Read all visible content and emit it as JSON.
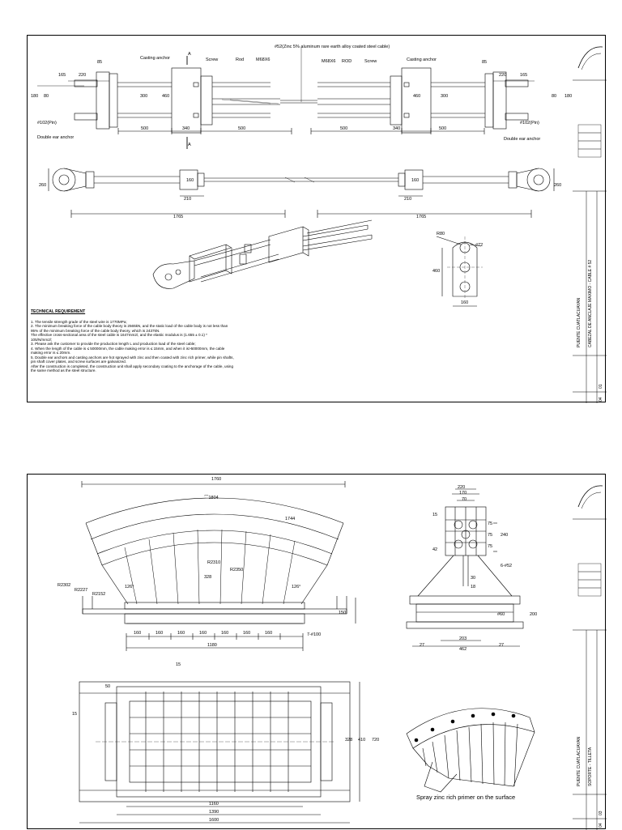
{
  "sheet1": {
    "cable_spec": "#52(Zinc 5% aluminum rare earth alloy coated steel cable)",
    "labels": {
      "casting_anchor": "Casting anchor",
      "screw": "Screw",
      "rod": "Rod",
      "rod_caps": "ROD",
      "thread": "M68X6",
      "double_ear_anchor": "Double ear anchor",
      "section_mark": "A"
    },
    "dims": {
      "d85": "85",
      "d165": "165",
      "d220": "220",
      "d180": "180",
      "d80": "80",
      "d300": "300",
      "d460": "460",
      "d500": "500",
      "d340": "340",
      "pin": "#102(Pin)",
      "d260": "260",
      "d210": "210",
      "d160": "160",
      "d1765": "1765",
      "r80": "R80",
      "phi72": "#72",
      "d460b": "460",
      "d160b": "160"
    },
    "tech": {
      "heading": "TECHNICAL REQUIREMENT",
      "lines": [
        "1. The tensile strength grade of the steel wire is 1770MPa;",
        "2. The minimum breaking force of the cable body theory is 2565kN, and the static load of the cable body is not less than",
        "95% of the minimum breaking force of the cable body theory, which is 2437kN.",
        "The effective cross-sectional area of the steel cable is 1647mm2/, and the elastic modulus is (1.655 ± 0.1) *",
        "105/N/mm2/;",
        "3. Please ask the customer to provide the production length L and production load of the steel cable;",
        "4. When the length of the cable is ≤ 50000mm, the cable making error is ≤ 15mm, and when it is>50000mm, the cable",
        "making error is ≤ 20mm.",
        "5. Double ear anchors and casting anchors are hot sprayed with zinc and then coated with zinc rich primer, while pin shafts,",
        "pin shaft cover plates, and screw surfaces are galvanized.",
        "After the construction is completed, the construction unit shall apply secondary coating to the anchorage of the cable, using",
        "the same method as the steel structure."
      ]
    },
    "title_block": {
      "project": "PUENTE CUATLACUAYAN",
      "title": "CABEZAL DE ANCLAJE MAXIMO - CABLE # 52",
      "sheet_no": "01",
      "sheet_total": "04"
    }
  },
  "sheet2": {
    "dims": {
      "d1760": "1760",
      "arc1804": "⌒1804",
      "d1744": "1744",
      "r2302": "R2302",
      "r2227": "R2227",
      "r2152": "R2152",
      "d126a": "126°",
      "d126b": "126°",
      "r2310": "R2310",
      "r2350": "R2350",
      "d328": "328",
      "d150": "150",
      "d160": "160",
      "d1180": "1180",
      "holes": "7-#100",
      "d220": "220",
      "d170": "170",
      "d70": "70",
      "d75": "75",
      "d240": "240",
      "d15": "15",
      "d42": "42",
      "bolts": "6-#52",
      "d30": "30",
      "d18": "18",
      "d60": "#60",
      "d200": "200",
      "d27": "27",
      "d203": "203",
      "d462": "462",
      "d410": "410",
      "d720": "720",
      "d1160": "1160",
      "d1390": "1390",
      "d1600": "1600",
      "d50": "50"
    },
    "spray_note": "Spray zinc rich primer on the surface",
    "title_block": {
      "project": "PUENTE CUATLACUAYAN",
      "title": "SOPORTE - TILLETA",
      "sheet_no": "03",
      "sheet_total": "04"
    }
  }
}
